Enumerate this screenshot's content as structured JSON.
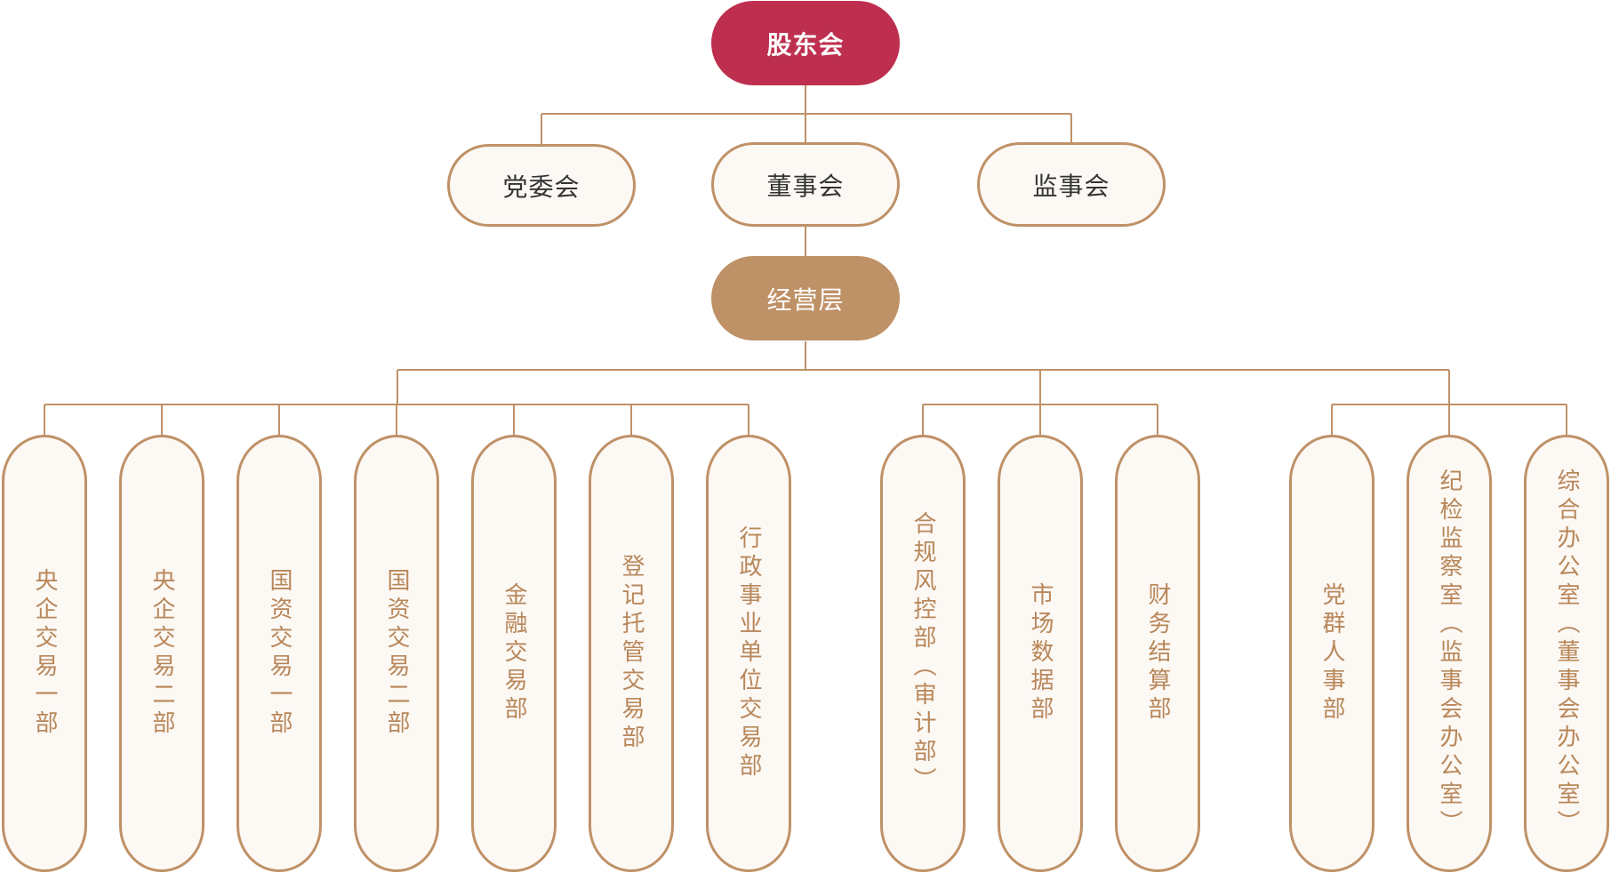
{
  "shareholders": "股东会",
  "governance": [
    "党委会",
    "董事会",
    "监事会"
  ],
  "management": "经营层",
  "departments": [
    "央企交易一部",
    "央企交易二部",
    "国资交易一部",
    "国资交易二部",
    "金融交易部",
    "登记托管交易部",
    "行政事业单位交易部",
    "合规风控部（审计部）",
    "市场数据部",
    "财务结算部",
    "党群人事部",
    "纪检监察室（监事会办公室）",
    "综合办公室（董事会办公室）"
  ]
}
